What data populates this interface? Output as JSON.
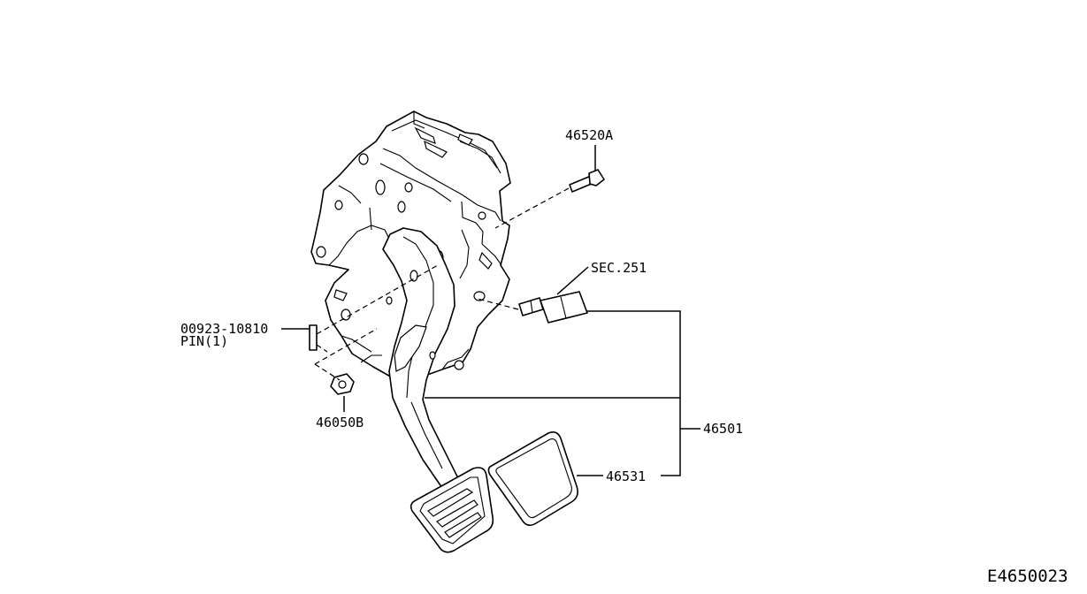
{
  "labels": {
    "bolt": "46520A",
    "switch": "SEC.251",
    "pin_part": "00923-10810",
    "pin_note": "PIN(1)",
    "nut": "46050B",
    "assembly": "46501",
    "pad": "46531"
  },
  "figure_code": "E4650023"
}
